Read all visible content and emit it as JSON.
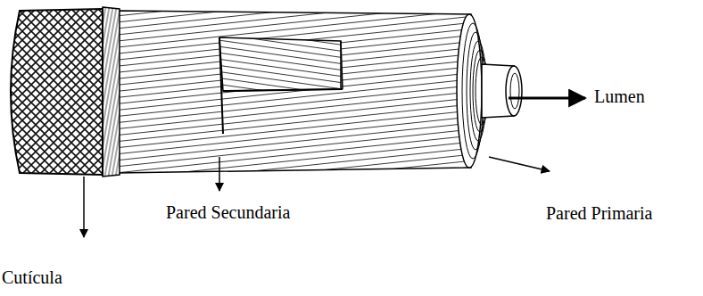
{
  "diagram": {
    "labels": [
      "Lumen",
      "Pared Primaria",
      "Pared Secundaria",
      "Cutícula"
    ]
  }
}
